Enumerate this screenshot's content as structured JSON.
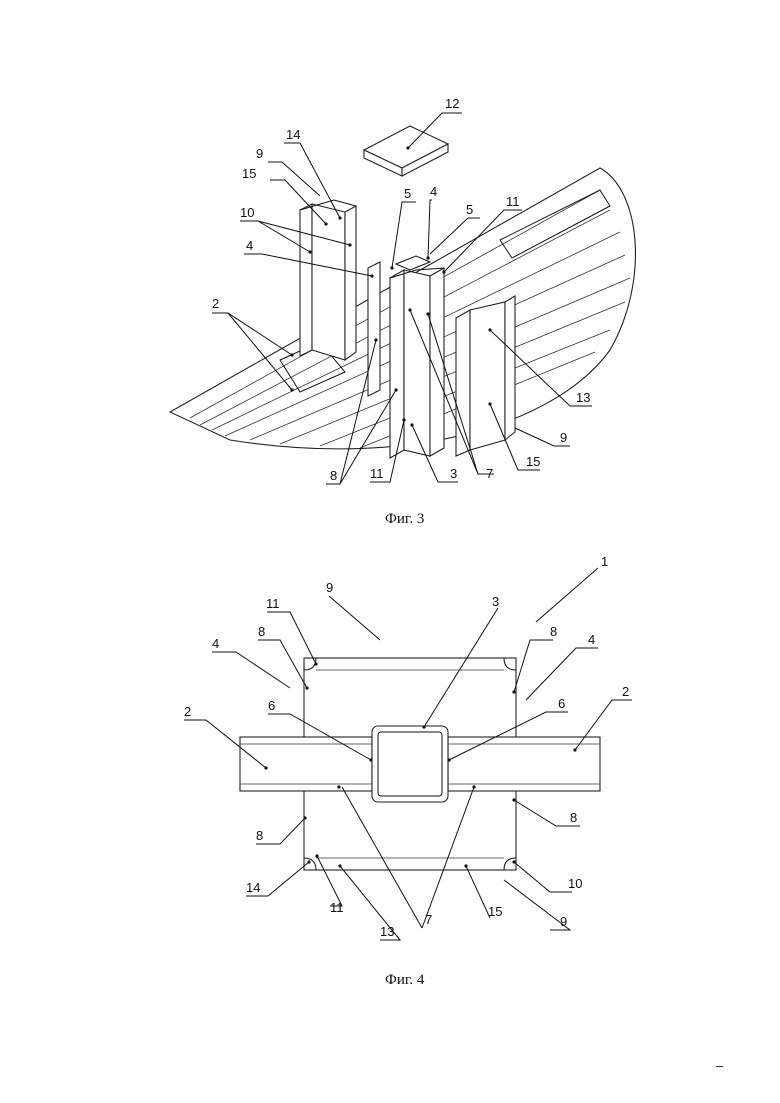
{
  "figures": [
    {
      "caption": "Фиг. 3",
      "labels": [
        "12",
        "14",
        "9",
        "15",
        "10",
        "4",
        "5",
        "4",
        "5",
        "11",
        "2",
        "13",
        "9",
        "15",
        "8",
        "11",
        "3",
        "7"
      ]
    },
    {
      "caption": "Фиг. 4",
      "labels": [
        "1",
        "9",
        "3",
        "11",
        "8",
        "4",
        "8",
        "4",
        "2",
        "6",
        "2",
        "6",
        "8",
        "8",
        "14",
        "11",
        "13",
        "7",
        "15",
        "9",
        "10"
      ]
    }
  ],
  "page_mark": "–"
}
